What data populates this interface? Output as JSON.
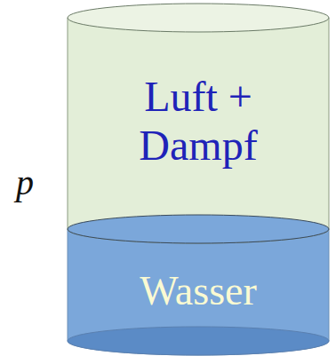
{
  "diagram": {
    "nodes": [
      {
        "text": [
          "Luft + Dampf"
        ]
      },
      {
        "text": [
          "Wasser"
        ]
      }
    ],
    "labels": [
      "p"
    ]
  }
}
